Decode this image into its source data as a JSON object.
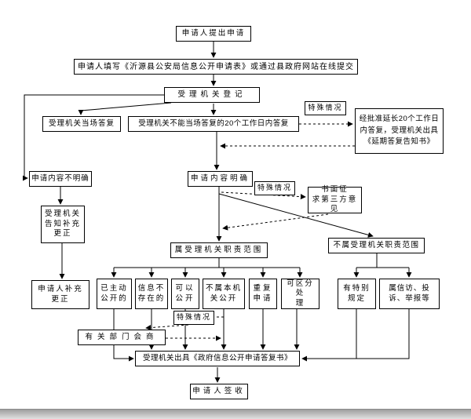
{
  "flowchart": {
    "nodes": {
      "start": "申请人提出申请",
      "fill_form": "申请人填写《沂源县公安局信息公开申请表》或通过县政府网站在线提交",
      "register": "受理机关登记",
      "special_case_1": "特殊情况",
      "reply_on_spot": "受理机关当场答复",
      "reply_within_20_days": "受理机关不能当场答复的20个工作日内答复",
      "extend_reply": "经批准延长20个工作日\n内答复，受理机关出具\n《延期答复告知书》",
      "content_unclear": "申请内容不明确",
      "content_clear": "申请内容明确",
      "special_case_2": "特殊情况",
      "third_party": "书面征\n求第三方意见",
      "inform_supplement": "受理机关\n告知补充\n更正",
      "within_scope": "属受理机关职责范围",
      "outside_scope": "不属受理机关职责范围",
      "applicant_supplement": "申请人补充\n更正",
      "already_disclosed": "已主动\n公开的",
      "info_not_exist": "信息不\n存在的",
      "can_disclose": "可以\n公开",
      "not_this_authority": "不属本机\n关公开",
      "repeat_application": "重复\n申请",
      "separable_handling": "可区分处\n理",
      "special_provisions": "有特别\n规定",
      "petition_complaint": "属信访、投\n诉、举报等",
      "special_case_3": "特殊情况",
      "department_consult": "有关部门会商",
      "issue_reply": "受理机关出具《政府信息公开申请答复书》",
      "sign": "申请人签收"
    },
    "colors": {
      "line": "#000000",
      "box_border": "#000000",
      "box_background": "#ffffff",
      "text": "#000000",
      "chrome_bar": "#9e9e9e"
    }
  }
}
